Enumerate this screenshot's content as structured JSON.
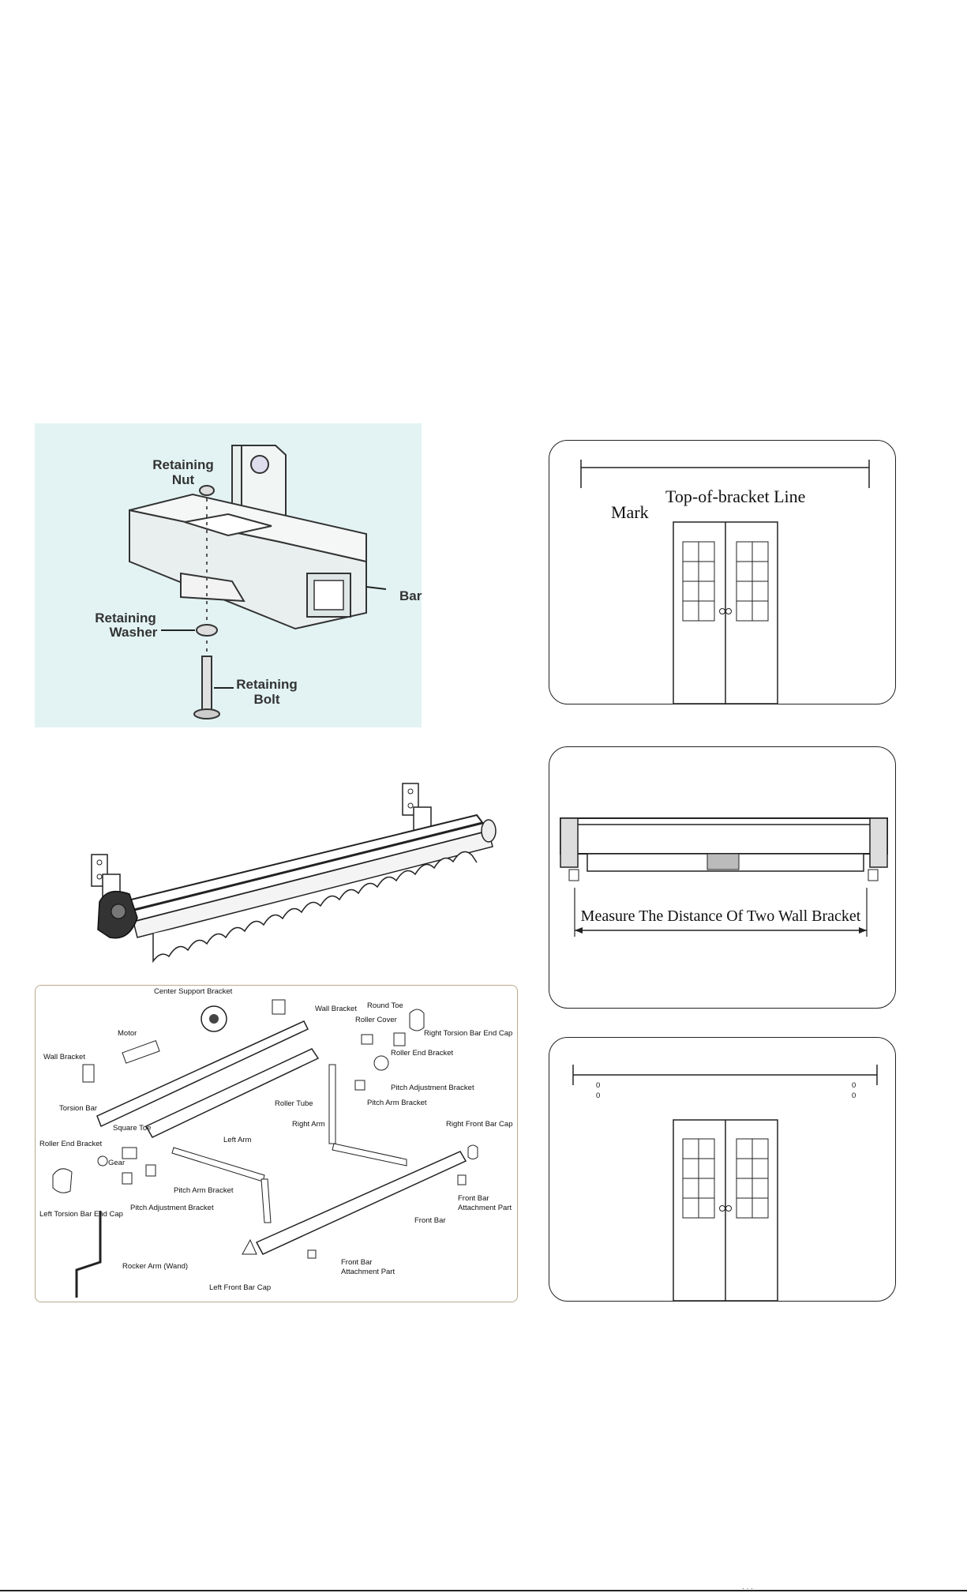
{
  "hardware_diagram": {
    "retaining_nut": [
      "Retaining",
      "Nut"
    ],
    "bar": "Bar",
    "retaining_washer": [
      "Retaining",
      "Washer"
    ],
    "retaining_bolt": [
      "Retaining",
      "Bolt"
    ]
  },
  "parts_diagram": {
    "labels": {
      "center_support_bracket": "Center Support Bracket",
      "wall_bracket_top": "Wall Bracket",
      "round_toe": "Round Toe",
      "roller_cover": "Roller Cover",
      "right_torsion_bar_end_cap": "Right Torsion Bar End Cap",
      "motor": "Motor",
      "roller_end_bracket_right": "Roller End Bracket",
      "wall_bracket_left": "Wall Bracket",
      "pitch_adjustment_bracket_right": "Pitch Adjustment Bracket",
      "torsion_bar": "Torsion Bar",
      "roller_tube": "Roller Tube",
      "pitch_arm_bracket_right": "Pitch Arm Bracket",
      "square_toe": "Square Toe",
      "right_arm": "Right Arm",
      "right_front_bar_cap": "Right Front Bar Cap",
      "roller_end_bracket_left": "Roller End Bracket",
      "left_arm": "Left Arm",
      "gear": "Gear",
      "pitch_arm_bracket_left": "Pitch Arm Bracket",
      "pitch_adjustment_bracket_left": "Pitch Adjustment Bracket",
      "left_torsion_bar_end_cap": "Left Torsion Bar End Cap",
      "front_bar_attachment_part_right": [
        "Front Bar",
        "Attachment Part"
      ],
      "front_bar": "Front Bar",
      "rocker_arm": "Rocker Arm (Wand)",
      "front_bar_attachment_part_bottom": [
        "Front Bar",
        "Attachment Part"
      ],
      "left_front_bar_cap": "Left Front Bar Cap"
    }
  },
  "mark_diagram": {
    "mark": "Mark",
    "top_of_bracket_line": "Top-of-bracket Line"
  },
  "measure_diagram": {
    "caption": "Measure The Distance Of Two Wall Bracket"
  },
  "holes_diagram": {
    "hole_marks": [
      "0",
      "0",
      "0",
      "0"
    ]
  },
  "footer": {
    "text": "· · ·"
  },
  "colors": {
    "hardware_bg": "#e3f3f3",
    "parts_border": "#b9a98a"
  }
}
